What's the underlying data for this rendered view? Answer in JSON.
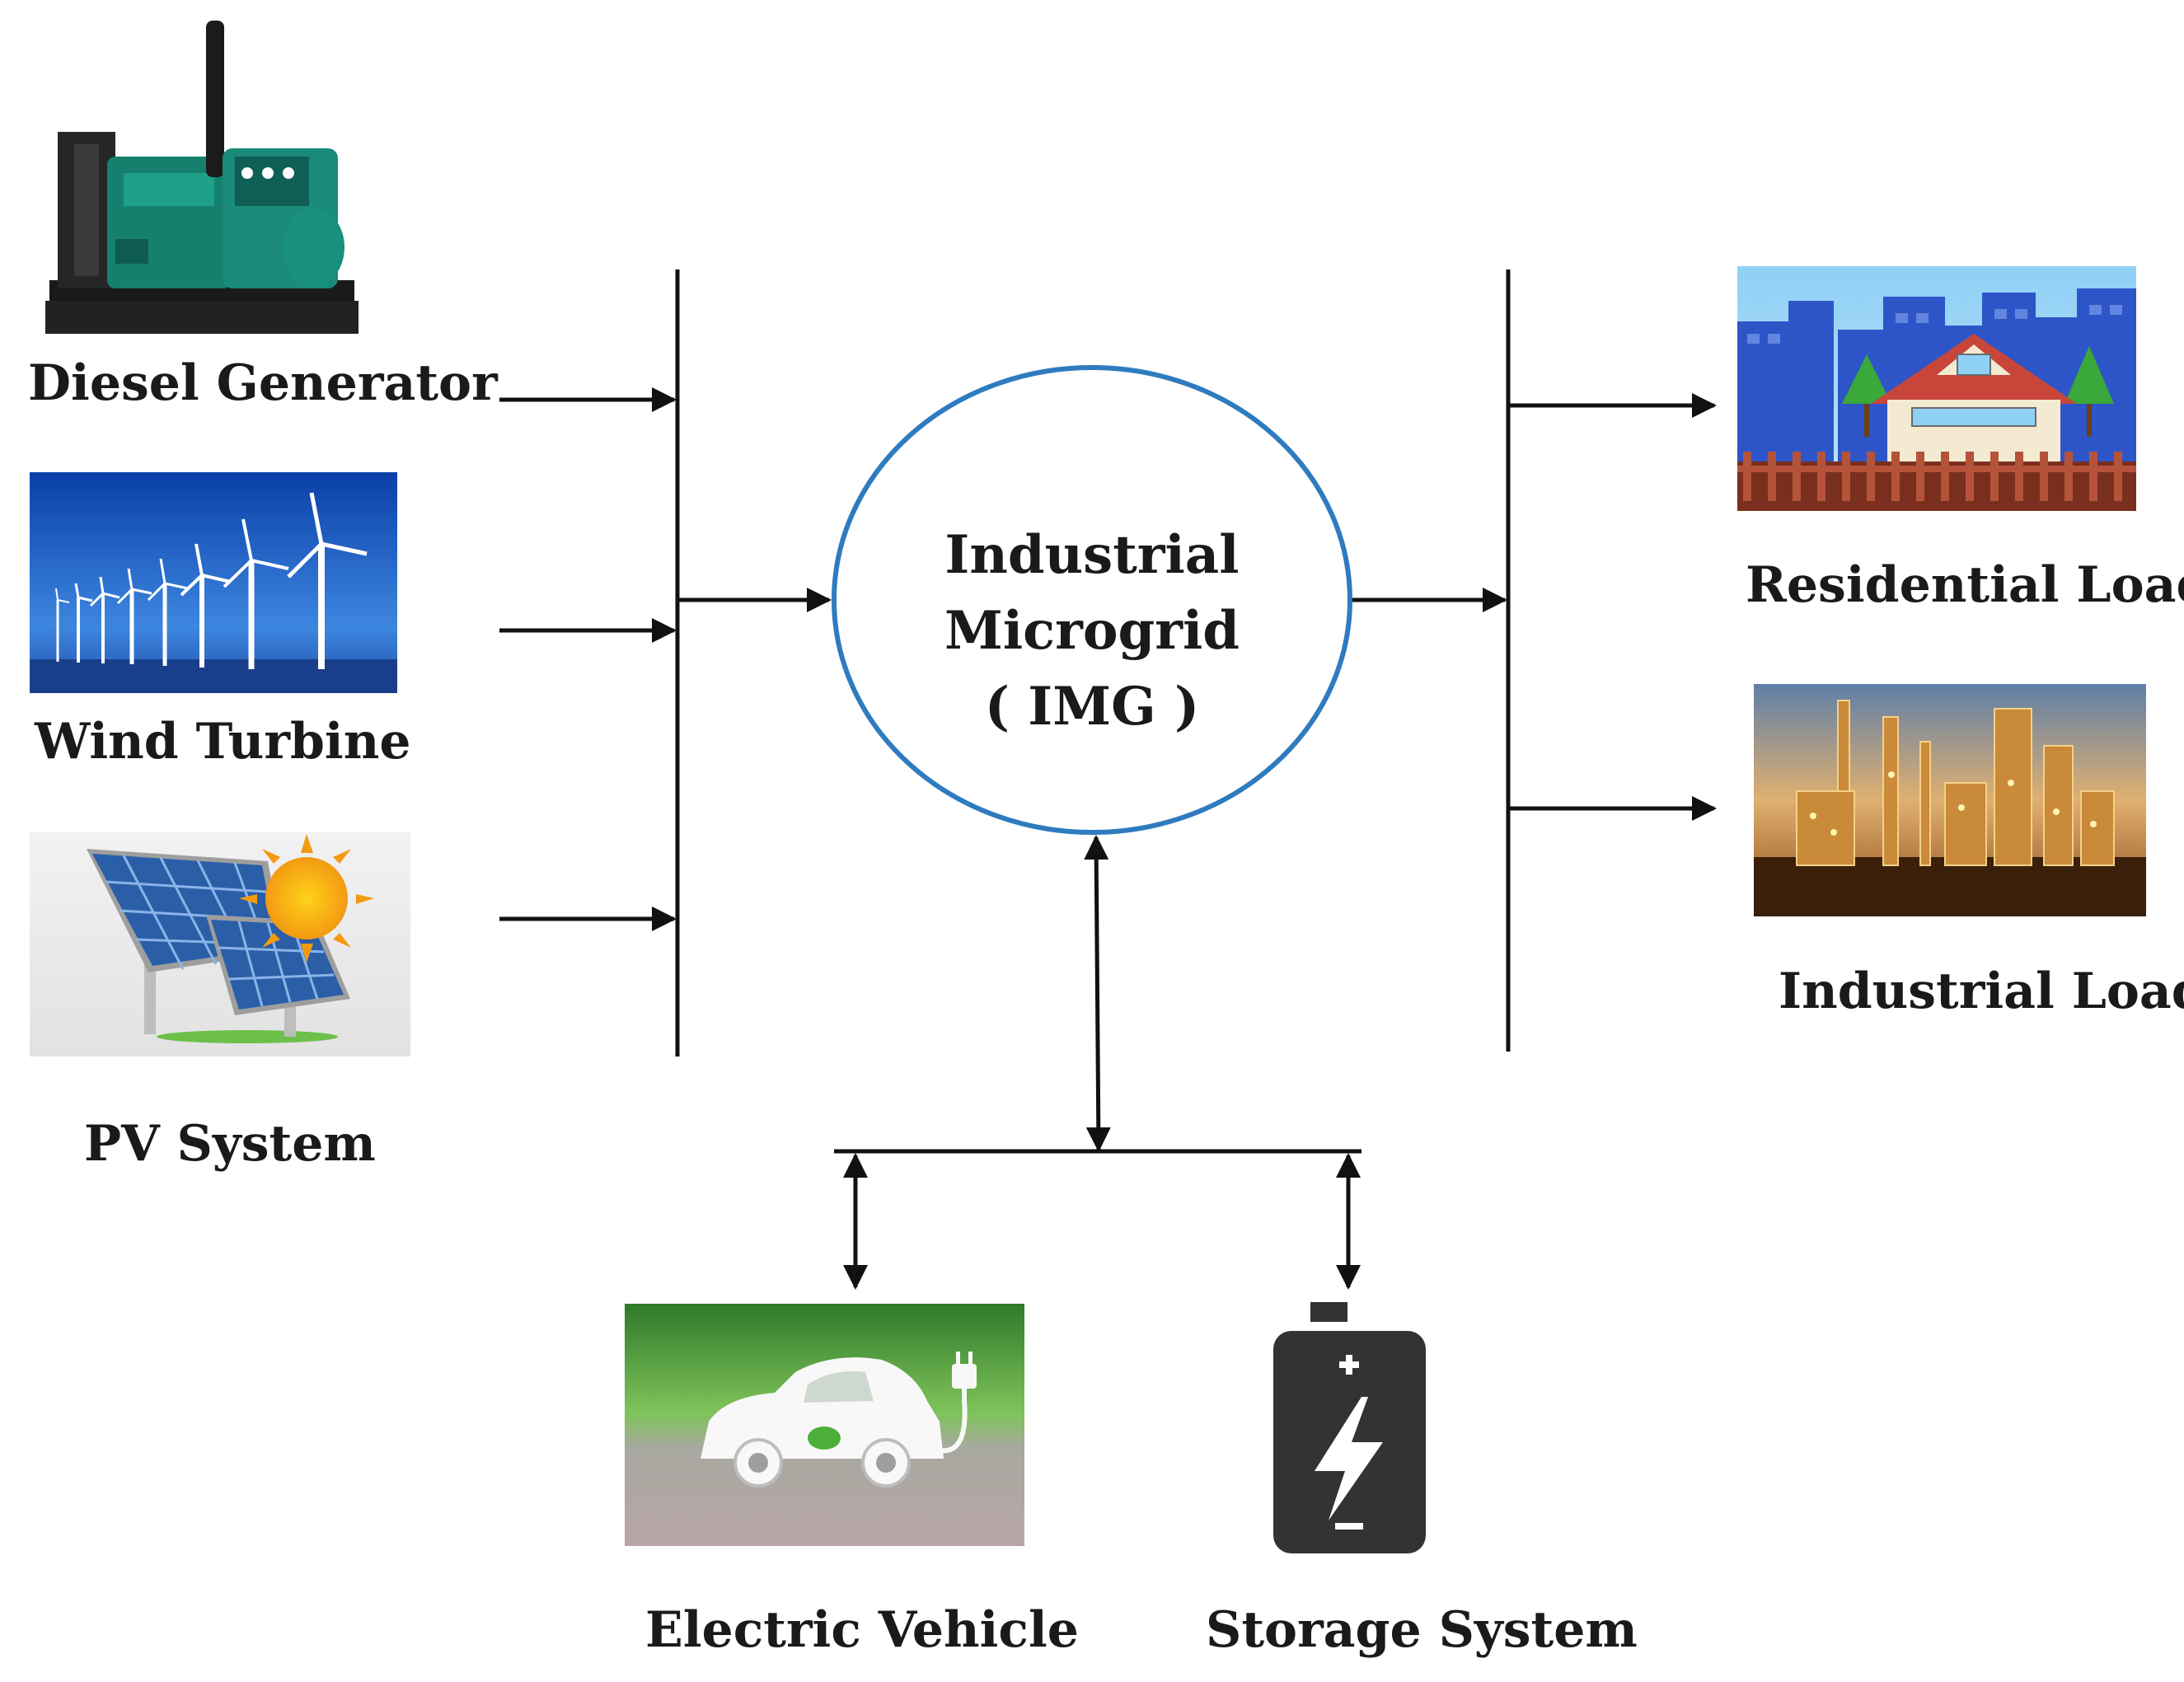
{
  "center": {
    "line1": "Industrial",
    "line2": "Microgrid",
    "line3": "( IMG )"
  },
  "sources": [
    {
      "label": "Diesel Generator",
      "icon": "diesel-generator-icon"
    },
    {
      "label": "Wind Turbine",
      "icon": "wind-turbine-icon"
    },
    {
      "label": "PV System",
      "icon": "pv-system-icon"
    }
  ],
  "loads": [
    {
      "label": "Residential Load",
      "icon": "residential-load-icon"
    },
    {
      "label": "Industrial Load",
      "icon": "industrial-load-icon"
    }
  ],
  "storage": [
    {
      "label": "Electric Vehicle",
      "icon": "electric-vehicle-icon"
    },
    {
      "label": "Storage System",
      "icon": "battery-icon"
    }
  ],
  "colors": {
    "circle_stroke": "#2e7bbf",
    "line": "#111111",
    "text": "#1a1a1a",
    "battery": "#333333",
    "generator": "#1a8a7a",
    "sky_blue": "#3a6fd8",
    "grass_green": "#4caf3a"
  }
}
